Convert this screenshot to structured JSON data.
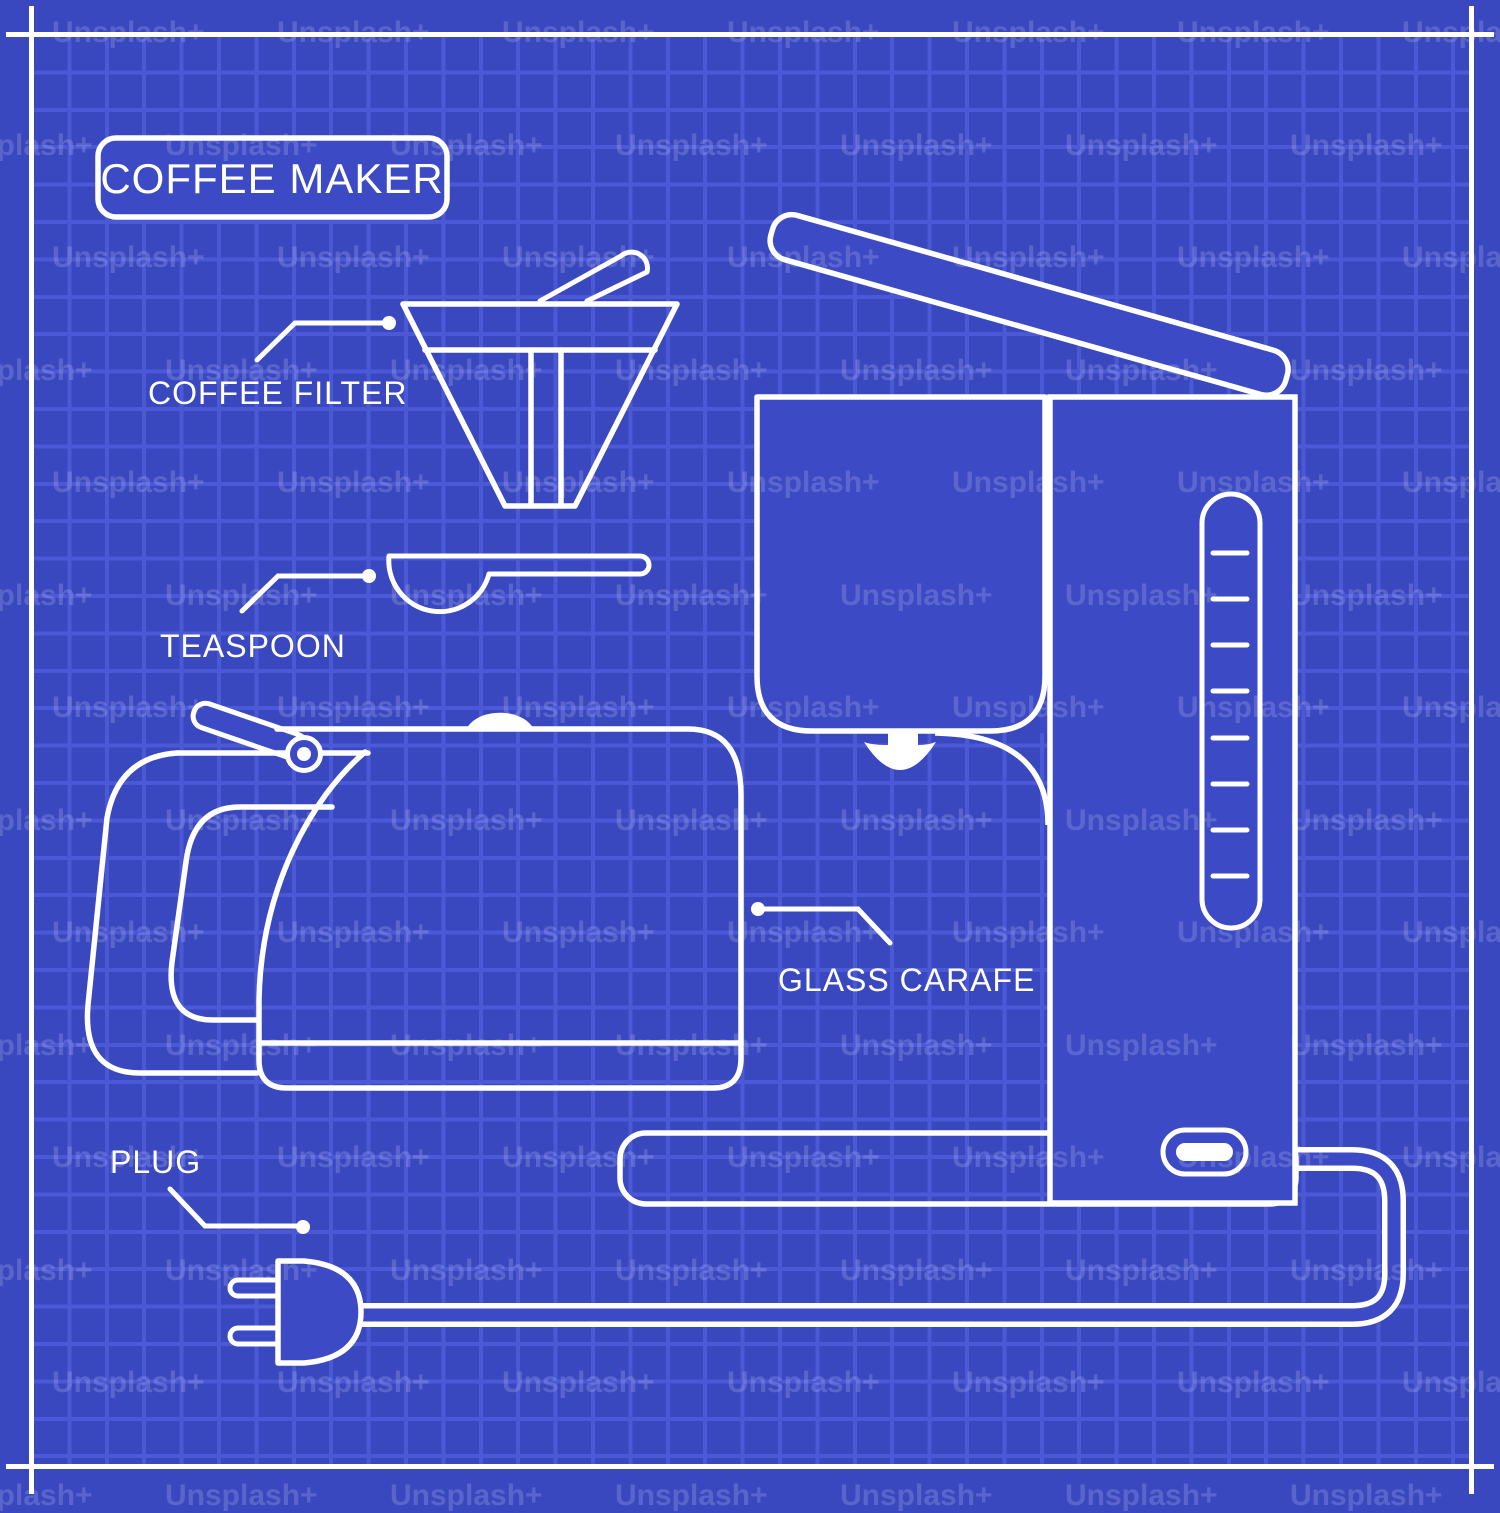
{
  "colors": {
    "background": "#3A48C0",
    "grid_line": "#4C59D6",
    "shape_fill": "#3D4AC5",
    "stroke": "#FFFFFF",
    "watermark": "rgba(255,255,255,0.16)"
  },
  "title": {
    "text": "COFFEE MAKER"
  },
  "callouts": {
    "coffee_filter": {
      "label": "COFFEE FILTER"
    },
    "teaspoon": {
      "label": "TEASPOON"
    },
    "glass_carafe": {
      "label": "GLASS CARAFE"
    },
    "plug": {
      "label": "PLUG"
    }
  },
  "watermark": {
    "text": "Unsplash+"
  }
}
